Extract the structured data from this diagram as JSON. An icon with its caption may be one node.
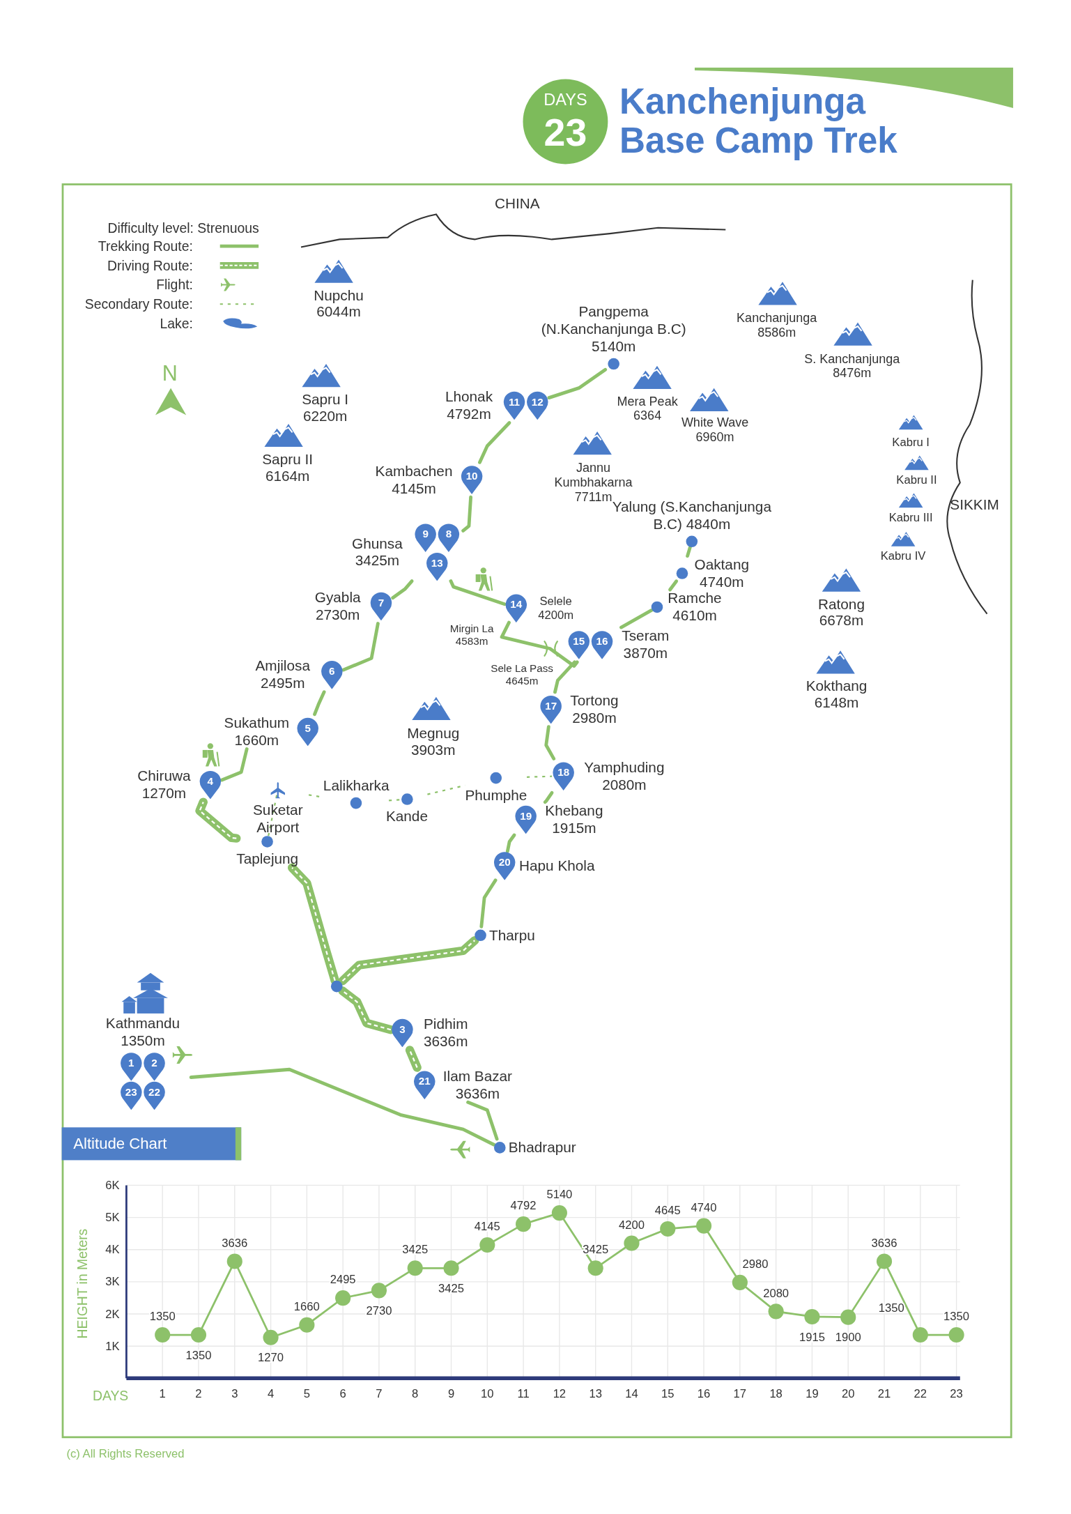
{
  "diagram": {
    "title": "Kanchenjunga Base Camp Trek",
    "nodes": [
      {
        "text": [
          "Kathmandu 1350m",
          "1",
          "2",
          "23",
          "22"
        ]
      },
      {
        "text": [
          "Bhadrapur"
        ]
      },
      {
        "text": [
          "21",
          "Ilam Bazar 3636m"
        ]
      },
      {
        "text": [
          "3",
          "Pidhim 3636m"
        ]
      },
      {
        "text": [],
        "shape": "circle"
      },
      {
        "text": [
          "Tharpu"
        ]
      },
      {
        "text": [
          "20",
          "Hapu Khola"
        ]
      },
      {
        "text": [
          "19",
          "Khebang 1915m"
        ]
      },
      {
        "text": [
          "18",
          "Yamphuding 2080m"
        ]
      },
      {
        "text": [
          "17",
          "Tortong 2980m"
        ]
      },
      {
        "text": [
          "15",
          "16",
          "Tseram 3870m"
        ]
      },
      {
        "text": [
          "Ramche 4610m"
        ]
      },
      {
        "text": [
          "Oaktang 4740m"
        ]
      },
      {
        "text": [
          "Yalung (S.Kanchanjunga B.C) 4840m"
        ]
      },
      {
        "text": [
          "14",
          "Selele 4200m"
        ]
      },
      {
        "text": [
          "Ghunsa 3425m",
          "9",
          "8",
          "13"
        ]
      },
      {
        "text": [
          "Kambachen 4145m",
          "10"
        ]
      },
      {
        "text": [
          "Lhonak 4792m",
          "11",
          "12"
        ]
      },
      {
        "text": [
          "Pangpema (N.Kanchanjunga B.C) 5140m"
        ]
      },
      {
        "text": [
          "Gyabla 2730m",
          "7"
        ]
      },
      {
        "text": [
          "Amjilosa 2495m",
          "6"
        ]
      },
      {
        "text": [
          "Sukathum 1660m",
          "5"
        ]
      },
      {
        "text": [
          "Chiruwa 1270m",
          "4"
        ]
      },
      {
        "text": [
          "Taplejung"
        ]
      },
      {
        "text": [
          "Suketar Airport"
        ]
      },
      {
        "text": [
          "Lalikharka"
        ]
      },
      {
        "text": [
          "Kande"
        ]
      },
      {
        "text": [
          "Phumphe"
        ]
      }
    ],
    "edges": [
      {
        "from": 0,
        "to": 1,
        "arrow": "none"
      },
      {
        "from": 1,
        "to": 2,
        "arrow": "none"
      },
      {
        "from": 2,
        "to": 3,
        "arrow": "none",
        "style": "thick"
      },
      {
        "from": 3,
        "to": 4,
        "arrow": "none",
        "style": "thick"
      },
      {
        "from": 4,
        "to": 5,
        "arrow": "none",
        "style": "thick"
      },
      {
        "from": 4,
        "to": 23,
        "arrow": "none",
        "style": "thick"
      },
      {
        "from": 23,
        "to": 22,
        "arrow": "none",
        "style": "thick"
      },
      {
        "from": 22,
        "to": 21,
        "arrow": "none"
      },
      {
        "from": 21,
        "to": 20,
        "arrow": "none"
      },
      {
        "from": 20,
        "to": 19,
        "arrow": "none"
      },
      {
        "from": 19,
        "to": 15,
        "arrow": "none"
      },
      {
        "from": 15,
        "to": 16,
        "arrow": "none"
      },
      {
        "from": 16,
        "to": 17,
        "arrow": "none"
      },
      {
        "from": 17,
        "to": 18,
        "arrow": "none"
      },
      {
        "from": 15,
        "to": 14,
        "arrow": "none"
      },
      {
        "from": 14,
        "to": 10,
        "arrow": "none"
      },
      {
        "from": 10,
        "to": 11,
        "arrow": "none"
      },
      {
        "from": 11,
        "to": 12,
        "arrow": "none"
      },
      {
        "from": 12,
        "to": 13,
        "arrow": "none"
      },
      {
        "from": 10,
        "to": 9,
        "arrow": "none"
      },
      {
        "from": 9,
        "to": 8,
        "arrow": "none"
      },
      {
        "from": 8,
        "to": 7,
        "arrow": "none"
      },
      {
        "from": 7,
        "to": 6,
        "arrow": "none"
      },
      {
        "from": 6,
        "to": 5,
        "arrow": "none"
      },
      {
        "from": 23,
        "to": 24,
        "arrow": "none",
        "style": "dashed"
      },
      {
        "from": 24,
        "to": 25,
        "arrow": "none",
        "style": "dashed"
      },
      {
        "from": 25,
        "to": 26,
        "arrow": "none",
        "style": "dashed"
      },
      {
        "from": 26,
        "to": 27,
        "arrow": "none",
        "style": "dashed"
      },
      {
        "from": 27,
        "to": 8,
        "arrow": "none",
        "style": "dashed"
      }
    ],
    "labels": [
      "DAYS",
      "23",
      "Difficulty level: Strenuous",
      "CHINA",
      "Nupchu 6044m",
      "Kanchanjunga 8586m",
      "S. Kanchanjunga 8476m",
      "N",
      "Sapru I 6220m",
      "Mera Peak 6364",
      "White Wave 6960m",
      "Sapru II 6164m",
      "Kabru I",
      "Jannu Kumbhakarna 7711m",
      "Kabru II",
      "SIKKIM",
      "Kabru III",
      "Kabru IV",
      "Ratong 6678m",
      "Mirgin La 4583m",
      "Sele La Pass 4645m",
      "Kokthang 6148m",
      "Megnug 3903m",
      "(c) All Rights Reserved"
    ],
    "legend": [
      {
        "text": "Trekking Route:"
      },
      {
        "text": "Driving Route:"
      },
      {
        "text": "Flight:"
      },
      {
        "text": "Secondary Route:"
      },
      {
        "text": "Lake:"
      }
    ],
    "chart_data": {
      "type": "line",
      "title": "Altitude Chart",
      "xlabel": "DAYS",
      "ylabel": "HEIGHT in Meters",
      "x": [
        1,
        2,
        3,
        4,
        5,
        6,
        7,
        8,
        9,
        10,
        11,
        12,
        13,
        14,
        15,
        16,
        17,
        18,
        19,
        20,
        21,
        22,
        23
      ],
      "series": [
        {
          "color": "#8dc16a",
          "marker": "circle",
          "values": [
            1350,
            1350,
            3636,
            1270,
            1660,
            2495,
            2730,
            3425,
            3425,
            4145,
            4792,
            5140,
            3425,
            4200,
            4645,
            4740,
            2980,
            2080,
            1915,
            1900,
            3636,
            1350,
            1350
          ]
        }
      ],
      "xlim": [
        0,
        23.1
      ],
      "ylim": [
        0,
        6000
      ],
      "grid": true,
      "xticks": [
        1,
        2,
        3,
        4,
        5,
        6,
        7,
        8,
        9,
        10,
        11,
        12,
        13,
        14,
        15,
        16,
        17,
        18,
        19,
        20,
        21,
        22,
        23
      ],
      "yticks": [
        {
          "value": 1000,
          "label": "1K"
        },
        {
          "value": 2000,
          "label": "2K"
        },
        {
          "value": 3000,
          "label": "3K"
        },
        {
          "value": 4000,
          "label": "4K"
        },
        {
          "value": 5000,
          "label": "5K"
        },
        {
          "value": 6000,
          "label": "6K"
        }
      ],
      "data_labels": true
    }
  }
}
